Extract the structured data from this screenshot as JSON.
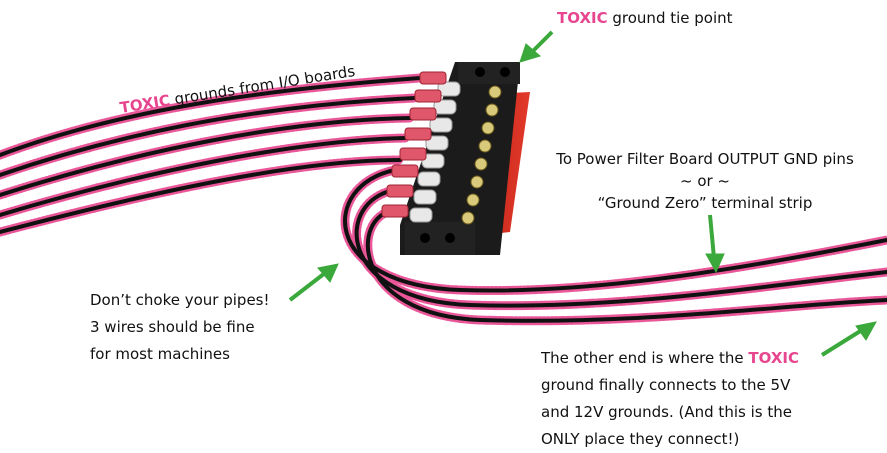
{
  "toxic_word": "TOXIC",
  "labels": {
    "tie_point_rest": "ground tie point",
    "io_rest": "grounds from I/O boards",
    "filter_line1": "To Power Filter Board OUTPUT GND pins",
    "filter_line2": "~ or ~",
    "filter_line3": "“Ground Zero” terminal strip",
    "choke_line1": "Don’t choke your pipes!",
    "choke_line2": "3 wires should be fine",
    "choke_line3": "for most machines",
    "other_line1_pre": "The other end is where the",
    "other_line2": "ground finally connects to the 5V",
    "other_line3": "and 12V grounds. (And this is the",
    "other_line4": "ONLY place they connect!)"
  },
  "colors": {
    "toxic_pink": "#e8458f",
    "arrow_green": "#3aa83a",
    "wire_black": "#111111",
    "terminal_red": "#d42a1c",
    "terminal_block": "#1b1b1b"
  },
  "icons": [
    "arrow-icon",
    "terminal-block-icon",
    "wire-icon"
  ]
}
